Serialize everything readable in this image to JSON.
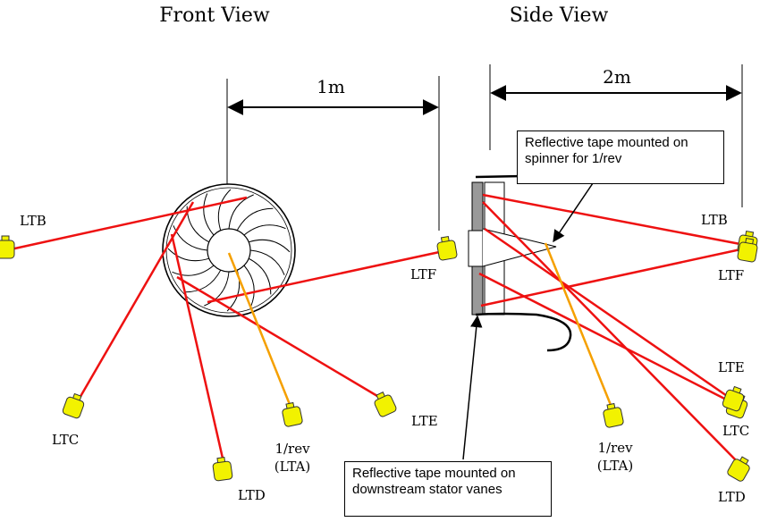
{
  "front_view": {
    "title": "Front View",
    "dimension": "1m",
    "sensors": {
      "ltb": "LTB",
      "ltc": "LTC",
      "ltd": "LTD",
      "lte": "LTE",
      "ltf": "LTF",
      "lta_line1": "1/rev",
      "lta_line2": "(LTA)"
    }
  },
  "side_view": {
    "title": "Side View",
    "dimension": "2m",
    "sensors": {
      "ltb": "LTB",
      "ltf": "LTF",
      "lte": "LTE",
      "ltc": "LTC",
      "ltd": "LTD",
      "lta_line1": "1/rev",
      "lta_line2": "(LTA)"
    }
  },
  "callouts": {
    "spinner": "Reflective tape mounted on\nspinner for 1/rev",
    "stator": "Reflective tape mounted on\ndownstream stator vanes"
  },
  "colors": {
    "laser_beam": "#ee1111",
    "once_per_rev_beam": "#f5a000",
    "sensor_fill": "#f2f200",
    "sensor_stroke": "#333333"
  }
}
